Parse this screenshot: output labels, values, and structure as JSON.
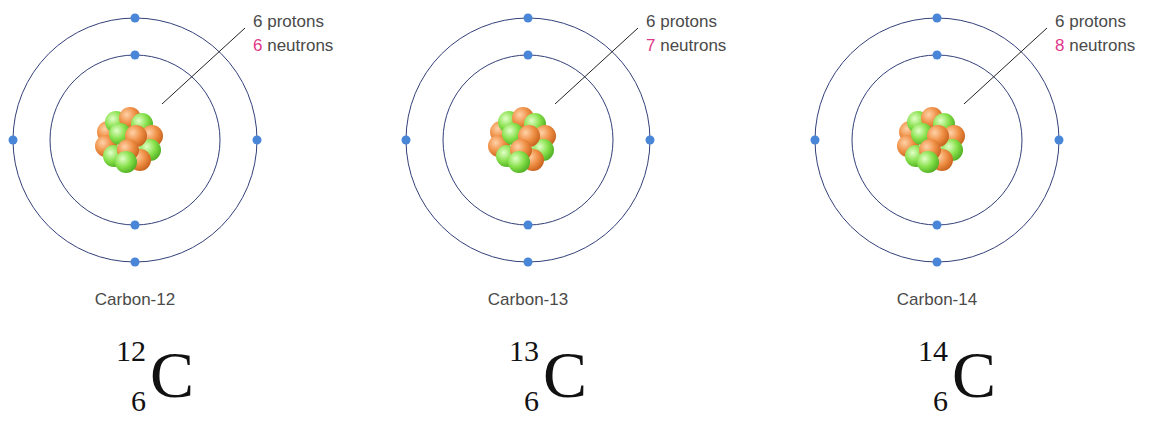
{
  "diagram": {
    "labels": [
      "6 protons",
      "6 neutrons",
      "Carbon-12",
      "12",
      "6",
      "C",
      "6 protons",
      "7 neutrons",
      "Carbon-13",
      "13",
      "6",
      "C",
      "6 protons",
      "8 neutrons",
      "Carbon-14",
      "14",
      "6",
      "C"
    ]
  }
}
